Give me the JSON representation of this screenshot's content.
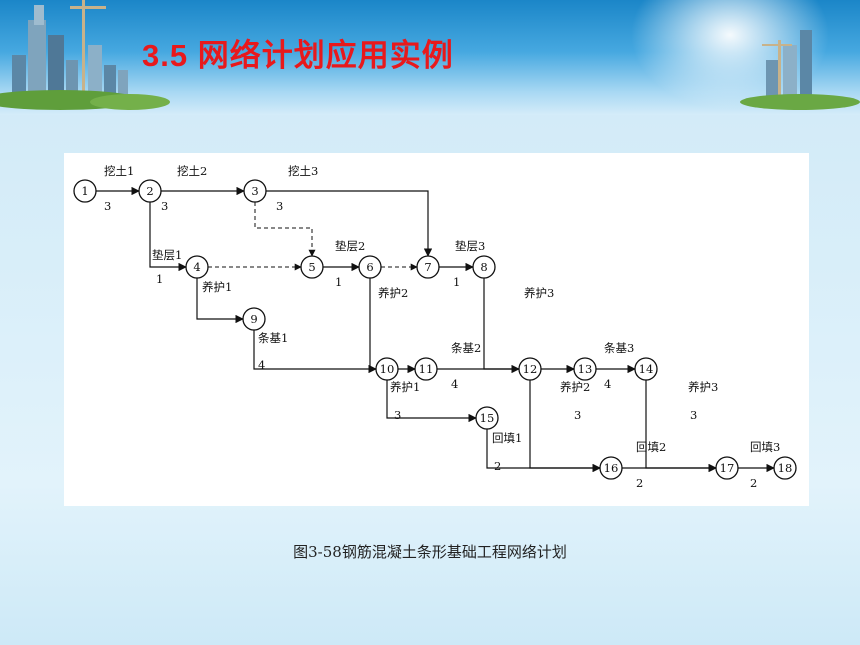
{
  "slide": {
    "title": "3.5 网络计划应用实例",
    "caption": "图3-58钢筋混凝土条形基础工程网络计划",
    "title_color": "#e8191c"
  },
  "diagram": {
    "nodes": [
      "1",
      "2",
      "3",
      "4",
      "5",
      "6",
      "7",
      "8",
      "9",
      "10",
      "11",
      "12",
      "13",
      "14",
      "15",
      "16",
      "17",
      "18"
    ],
    "activities": [
      {
        "from": "1",
        "to": "2",
        "name": "挖土1",
        "duration": "3"
      },
      {
        "from": "2",
        "to": "3",
        "name": "挖土2",
        "duration": "3"
      },
      {
        "from": "3",
        "to": "7",
        "name": "挖土3",
        "duration": "3"
      },
      {
        "from": "2",
        "to": "4",
        "name": "垫层1",
        "duration": "1"
      },
      {
        "from": "5",
        "to": "6",
        "name": "垫层2",
        "duration": "1"
      },
      {
        "from": "7",
        "to": "8",
        "name": "垫层3",
        "duration": "1"
      },
      {
        "from": "4",
        "to": "9",
        "name": "养护1",
        "duration": ""
      },
      {
        "from": "6",
        "to": "11",
        "name": "养护2",
        "duration": ""
      },
      {
        "from": "8",
        "to": "13",
        "name": "养护3",
        "duration": ""
      },
      {
        "from": "9",
        "to": "10",
        "name": "条基1",
        "duration": "4"
      },
      {
        "from": "11",
        "to": "12",
        "name": "条基2",
        "duration": "4"
      },
      {
        "from": "13",
        "to": "14",
        "name": "条基3",
        "duration": "4"
      },
      {
        "from": "10",
        "to": "15",
        "name": "养护1",
        "duration": "3"
      },
      {
        "from": "12",
        "to": "16",
        "name": "养护2",
        "duration": "3"
      },
      {
        "from": "14",
        "to": "17",
        "name": "养护3",
        "duration": "3"
      },
      {
        "from": "15",
        "to": "16",
        "name": "回填1",
        "duration": "2"
      },
      {
        "from": "16",
        "to": "17",
        "name": "回填2",
        "duration": "2"
      },
      {
        "from": "17",
        "to": "18",
        "name": "回填3",
        "duration": "2"
      }
    ],
    "dummies": [
      {
        "from": "3",
        "to": "5"
      },
      {
        "from": "4",
        "to": "5"
      },
      {
        "from": "6",
        "to": "7"
      },
      {
        "from": "10",
        "to": "11"
      },
      {
        "from": "12",
        "to": "13"
      }
    ]
  }
}
